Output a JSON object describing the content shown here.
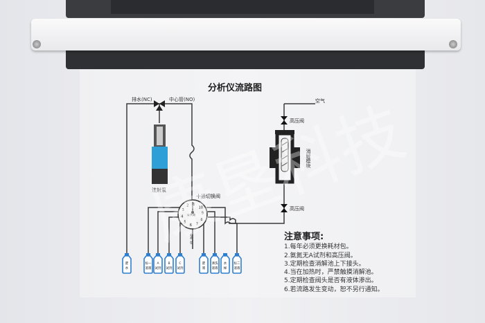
{
  "title": "分析仪流路图",
  "watermark": "康垦科技",
  "labels": {
    "drain": "排水(NC)",
    "center_tube": "中心管(NO)",
    "syringe_pump": "注射泵",
    "ten_port_valve": "十通切换阀",
    "valve_center": "公共端",
    "air_port": "空气位",
    "air": "空气",
    "high_pressure_valve_top": "高压阀",
    "high_pressure_valve_bottom": "高压阀",
    "digestion_module": "消解模块"
  },
  "ports": [
    "1",
    "2",
    "3",
    "4",
    "5",
    "6",
    "7",
    "8",
    "9",
    "10"
  ],
  "bottles": [
    {
      "line1": "废",
      "line2": "水"
    },
    {
      "line1": "标一",
      "line2": "溶液"
    },
    {
      "line1": "A",
      "line2": "试剂"
    },
    {
      "line1": "B",
      "line2": "试剂"
    },
    {
      "line1": "C",
      "line2": "试剂"
    },
    {
      "line1": "废",
      "line2": "液"
    },
    {
      "line1": "清洗",
      "line2": "溶液"
    },
    {
      "line1": "水",
      "line2": "样"
    },
    {
      "line1": "标二",
      "line2": "溶液"
    }
  ],
  "notes": {
    "title": "注意事项:",
    "items": [
      "1.每年必须更换耗材包。",
      "2.氨氮无A试剂和高压阀。",
      "3.定期检查消解池上下接头。",
      "4.当在加热时，严禁触摸消解池。",
      "5.定期检查阀头是否有液体渗出。",
      "6.若流路发生变动，恕不另行通知。"
    ]
  },
  "colors": {
    "liquid": "#2f9fd8",
    "bottle": "#2f7fd0",
    "line": "#333333"
  }
}
